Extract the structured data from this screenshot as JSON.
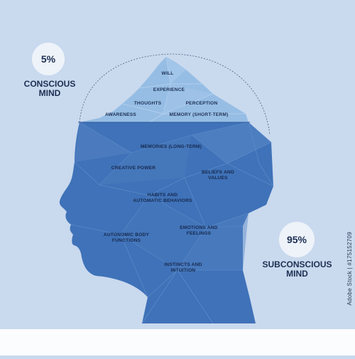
{
  "conscious": {
    "percent": "5%",
    "label": "CONSCIOUS\nMIND"
  },
  "subconscious": {
    "percent": "95%",
    "label": "SUBCONSCIOUS\nMIND"
  },
  "conscious_items": {
    "will": "WILL",
    "experience": "EXPERIENCE",
    "thoughts": "THOUGHTS",
    "perception": "PERCEPTION",
    "awareness": "AWARENESS",
    "memory_short": "MEMORY (SHORT-TERM)"
  },
  "subconscious_items": {
    "memories_long": "MEMORIES (LONG-TERM)",
    "creative_power": "CREATIVE POWER",
    "beliefs": "BELIEFS AND\nVALUES",
    "habits": "HABITS AND\nAUTOMATIC BEHAVIORS",
    "autonomic": "AUTONOMIC BODY\nFUNCTIONS",
    "emotions": "EMOTIONS AND\nFEELINGS",
    "instincts": "INSTINCTS AND\nINTUITION"
  },
  "stock_id": "Adobe Stock | #175152709",
  "colors": {
    "background": "#c9d9ee",
    "head_dark": "#3d6fb4",
    "iceberg": "#8fb7e0",
    "text": "#1c2f52"
  }
}
